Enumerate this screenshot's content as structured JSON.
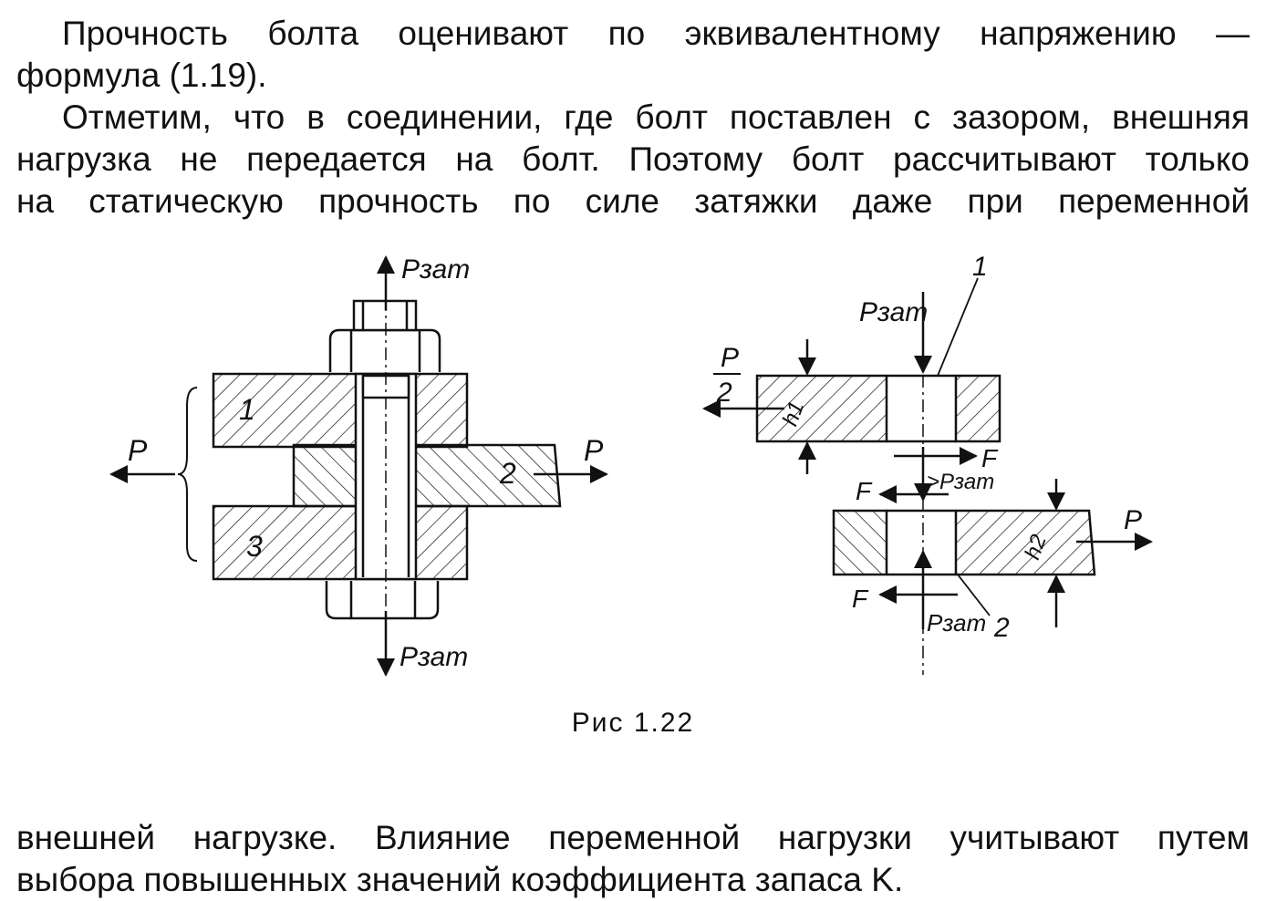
{
  "text": {
    "p1": {
      "lines": [
        "Прочность болта оценивают по эквивалентному напряжению —",
        "формула (1.19)."
      ]
    },
    "p2": {
      "lines": [
        "Отметим, что в соединении, где болт поставлен с зазором, внешняя",
        "нагрузка не передается на болт. Поэтому болт рассчитывают только",
        "на статическую прочность по силе затяжки даже при переменной"
      ]
    },
    "p3": {
      "lines": [
        "внешней нагрузке. Влияние переменной нагрузки учитывают путем",
        "выбора повышенных значений коэффициента запаса K."
      ]
    }
  },
  "figure": {
    "caption": "Рис 1.22",
    "left": {
      "force_top": "Pзат",
      "force_bottom": "Pзат",
      "force_left": "P",
      "force_right": "P",
      "plate_labels": [
        "1",
        "2",
        "3"
      ]
    },
    "right": {
      "force_top": "Pзат",
      "force_bottom": "Pзат",
      "half_load_num": "P",
      "half_load_den": "2",
      "load_right": "P",
      "friction": "F",
      "friction_ineq": ">Pзат",
      "thickness_1": "h1",
      "thickness_2": "h2",
      "part_labels": [
        "1",
        "2"
      ]
    }
  }
}
